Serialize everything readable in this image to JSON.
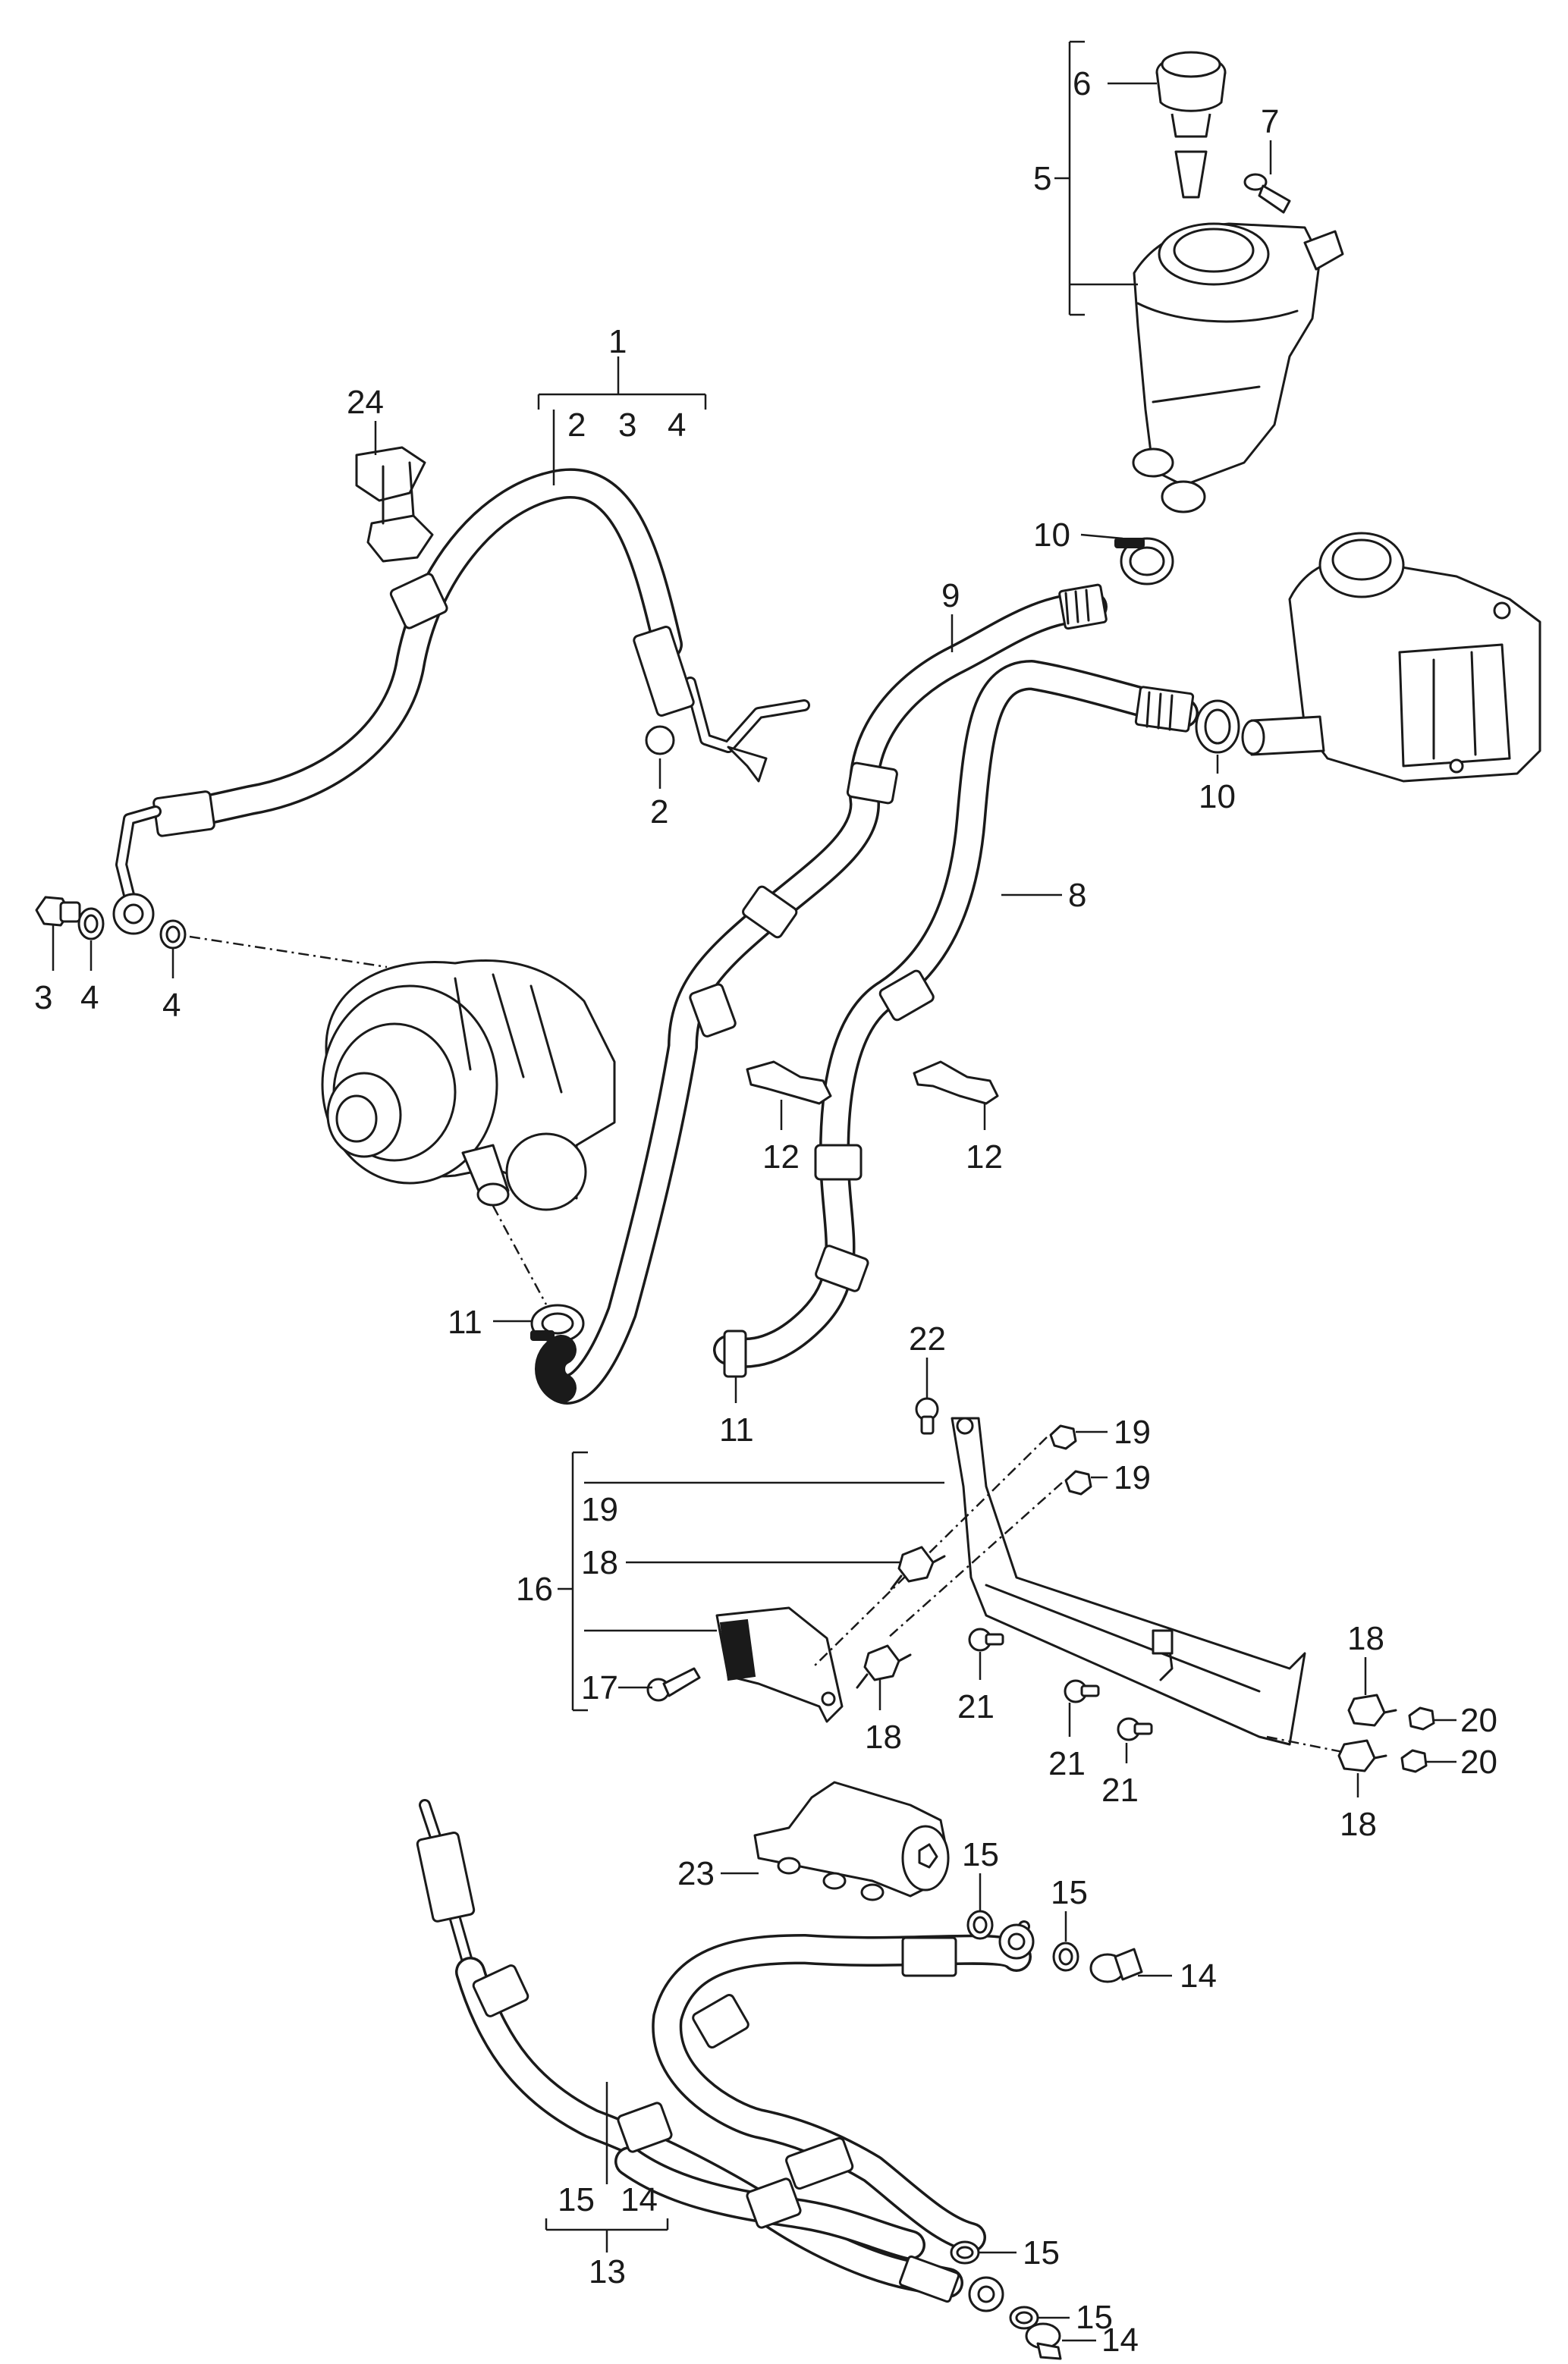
{
  "callouts": {
    "c1": "1",
    "c2a": "2",
    "c3a": "3",
    "c4a": "4",
    "c24": "24",
    "c2b": "2",
    "c3b": "3",
    "c4b": "4",
    "c4c": "4",
    "c5": "5",
    "c6": "6",
    "c7": "7",
    "c10a": "10",
    "c10b": "10",
    "c9": "9",
    "c8": "8",
    "c12a": "12",
    "c12b": "12",
    "c11a": "11",
    "c11b": "11",
    "c22": "22",
    "c19a": "19",
    "c19b": "19",
    "c16": "16",
    "c19c": "19",
    "c18a": "18",
    "c17": "17",
    "c18b": "18",
    "c21a": "21",
    "c21b": "21",
    "c21c": "21",
    "c18c": "18",
    "c20a": "20",
    "c20b": "20",
    "c18d": "18",
    "c23": "23",
    "c15a": "15",
    "c15b": "15",
    "c14a": "14",
    "c15c": "15",
    "c14b": "14",
    "c13": "13",
    "c15d": "15",
    "c15e": "15",
    "c14c": "14"
  },
  "colors": {
    "line": "#1a1a1a",
    "background": "#ffffff"
  }
}
